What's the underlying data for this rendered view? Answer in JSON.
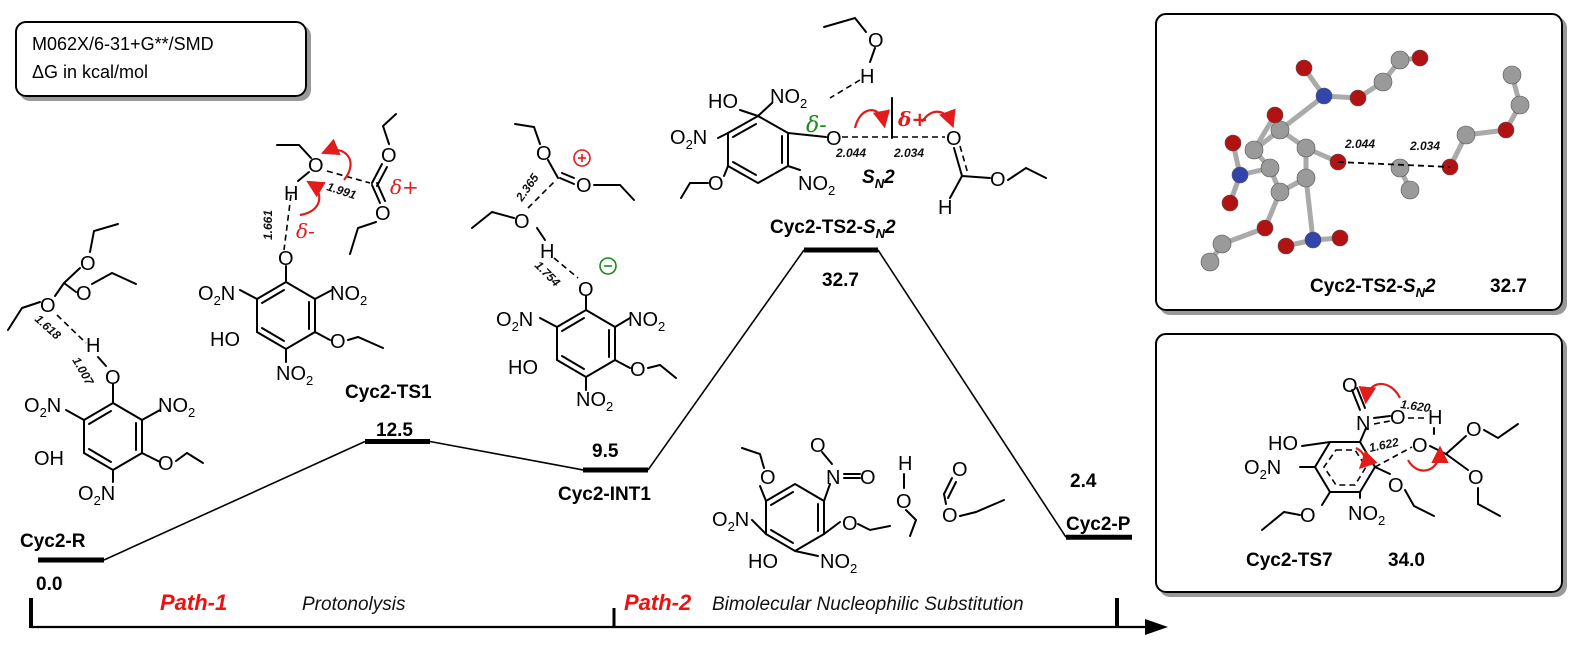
{
  "info_box": {
    "line1": "M062X/6-31+G**/SMD",
    "line2": "ΔG in kcal/mol"
  },
  "chart_data": {
    "type": "energy_profile",
    "ylabel": "ΔG (kcal/mol)",
    "states": [
      {
        "name": "Cyc2-R",
        "energy": 0.0,
        "energy_label": "0.0"
      },
      {
        "name": "Cyc2-TS1",
        "energy": 12.5,
        "energy_label": "12.5"
      },
      {
        "name": "Cyc2-INT1",
        "energy": 9.5,
        "energy_label": "9.5"
      },
      {
        "name": "Cyc2-TS2-SN2",
        "energy": 32.7,
        "energy_label": "32.7"
      },
      {
        "name": "Cyc2-P",
        "energy": 2.4,
        "energy_label": "2.4"
      }
    ],
    "paths": [
      {
        "name": "Path-1",
        "description": "Protonolysis"
      },
      {
        "name": "Path-2",
        "description": "Bimolecular Nucleophilic Substitution"
      }
    ]
  },
  "labels": {
    "r": "Cyc2-R",
    "ts1": "Cyc2-TS1",
    "int1": "Cyc2-INT1",
    "ts2_main": "Cyc2-TS2-",
    "ts2_s": "S",
    "ts2_n": "N",
    "ts2_2": "2",
    "p": "Cyc2-P",
    "e_r": "0.0",
    "e_ts1": "12.5",
    "e_int1": "9.5",
    "e_ts2": "32.7",
    "e_p": "2.4"
  },
  "paths": {
    "p1_name": "Path-1",
    "p1_desc": "Protonolysis",
    "p2_name": "Path-2",
    "p2_desc": "Bimolecular Nucleophilic Substitution"
  },
  "distances": {
    "r_a": "1.618",
    "r_b": "1.007",
    "ts1_a": "1.661",
    "ts1_b": "1.991",
    "int1_a": "2.365",
    "int1_b": "1.754",
    "ts2_a": "2.044",
    "ts2_b": "2.034",
    "ts7_a": "1.620",
    "ts7_b": "1.622"
  },
  "charges": {
    "delta_minus": "δ-",
    "delta_plus": "δ+",
    "sn2": "S",
    "sn2_sub": "N",
    "sn2_2": "2"
  },
  "insets": {
    "ts2": {
      "name_main": "Cyc2-TS2-",
      "name_s": "S",
      "name_n": "N",
      "name_2": "2",
      "energy": "32.7",
      "d1": "2.044",
      "d2": "2.034"
    },
    "ts7": {
      "name": "Cyc2-TS7",
      "energy": "34.0",
      "d1": "1.620",
      "d2": "1.622"
    }
  },
  "atoms": {
    "O": "O",
    "H": "H",
    "N": "N",
    "HO": "HO",
    "OH": "OH",
    "O2N": "O",
    "NO2": "NO",
    "two": "2"
  }
}
